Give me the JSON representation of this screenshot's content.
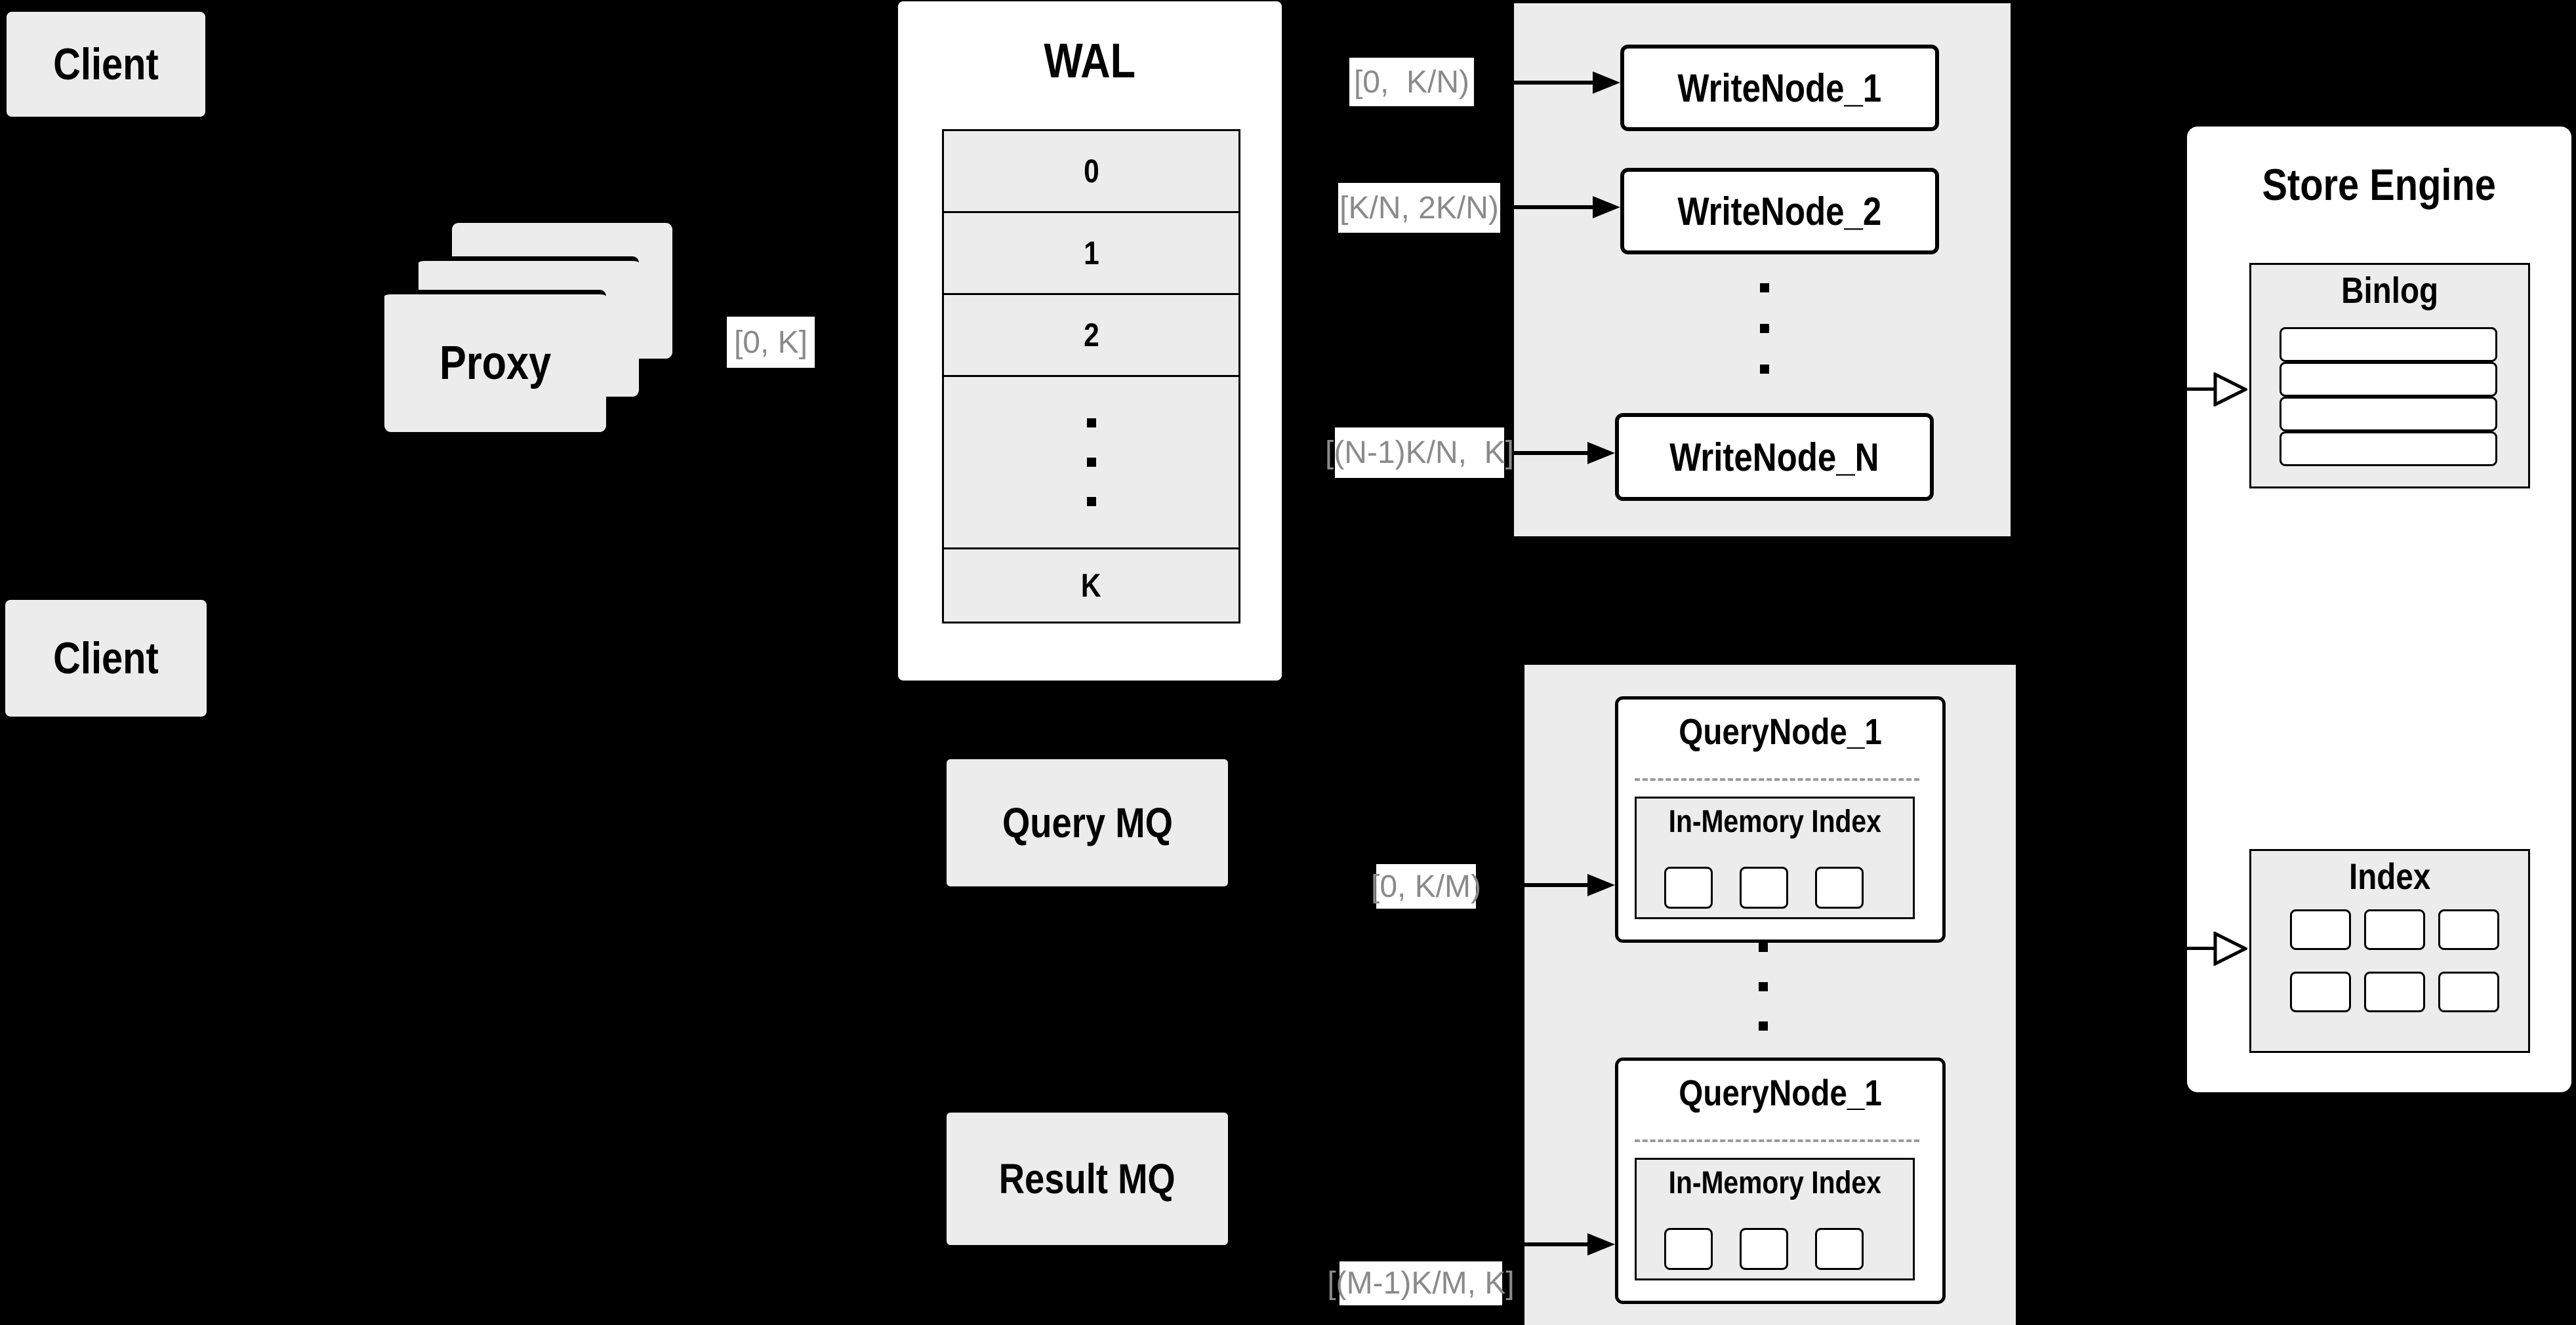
{
  "clients": {
    "top_label": "Client",
    "bottom_label": "Client"
  },
  "proxy": {
    "label": "Proxy"
  },
  "wal": {
    "title": "WAL",
    "slots": [
      "0",
      "1",
      "2"
    ],
    "slot_last": "K"
  },
  "write_section": {
    "node_1": "WriteNode_1",
    "node_2": "WriteNode_2",
    "node_n": "WriteNode_N"
  },
  "mq": {
    "query_label": "Query MQ",
    "result_label": "Result MQ"
  },
  "query_section": {
    "node_top_title": "QueryNode_1",
    "node_top_index_title": "In-Memory Index",
    "node_bottom_title": "QueryNode_1",
    "node_bottom_index_title": "In-Memory Index"
  },
  "store_engine": {
    "title": "Store Engine",
    "binlog_title": "Binlog",
    "index_title": "Index"
  },
  "edge_labels": {
    "proxy_to_wal": "[0, K]",
    "to_write_node_1": "[0,  K/N)",
    "to_write_node_2": "[K/N, 2K/N)",
    "to_write_node_n": "[(N-1)K/N,  K]",
    "to_query_node_1": "[0, K/M)",
    "to_query_node_m": "[(M-1)K/M, K]"
  },
  "colors": {
    "background": "#000000",
    "box_fill": "#ececec",
    "node_fill": "#ffffff",
    "border": "#000000",
    "edge_label_text": "#8a8a8a"
  }
}
